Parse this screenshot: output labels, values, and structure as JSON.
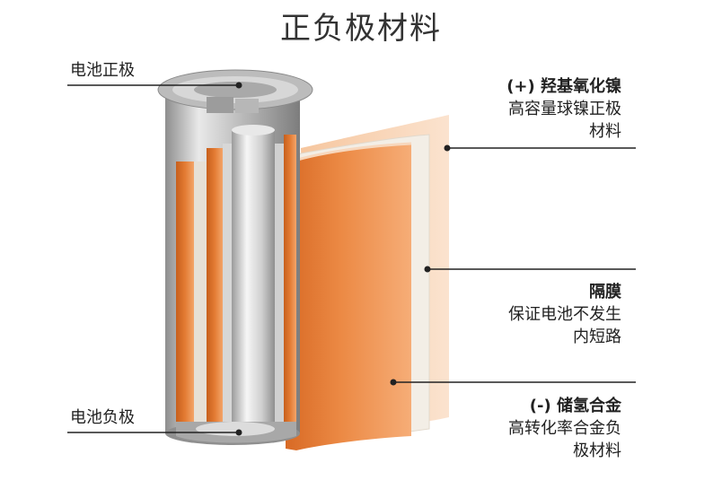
{
  "title": "正负极材料",
  "labels": {
    "positive_terminal": "电池正极",
    "negative_terminal": "电池负极",
    "cathode": {
      "name": "(+) 羟基氧化镍",
      "desc_line1": "高容量球镍正极",
      "desc_line2": "材料"
    },
    "separator": {
      "name": "隔膜",
      "desc_line1": "保证电池不发生",
      "desc_line2": "内短路"
    },
    "anode": {
      "name": "(-) 储氢合金",
      "desc_line1": "高转化率合金负",
      "desc_line2": "极材料"
    }
  },
  "colors": {
    "copper": "#d9742a",
    "copper_light": "#f29a58",
    "silver": "#c9c9c9",
    "silver_light": "#ececec",
    "separator": "#f4efe6",
    "line": "#222222"
  }
}
